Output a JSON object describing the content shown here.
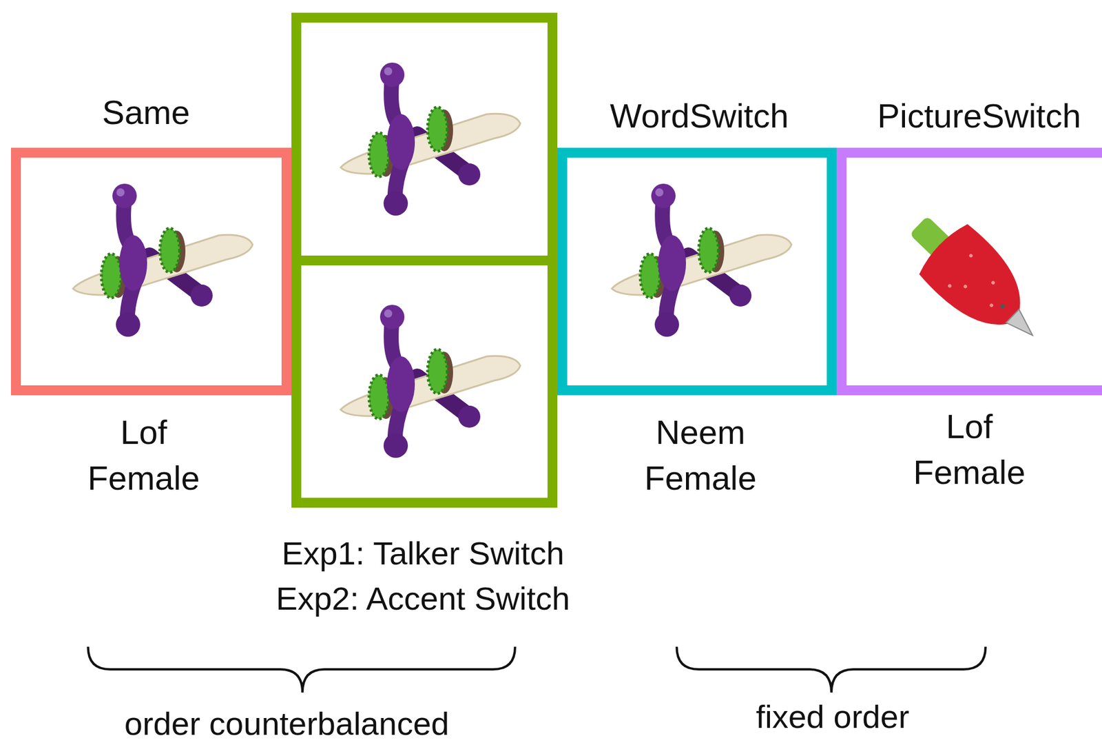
{
  "diagram": {
    "nodes": [
      {
        "text": [
          "Same",
          "Lof",
          "Female"
        ]
      },
      {
        "text": [
          "Exp1: Talker Switch",
          "Exp2: Accent Switch"
        ]
      },
      {
        "text": [
          "WordSwitch",
          "Neem",
          "Female"
        ]
      },
      {
        "text": [
          "PictureSwitch",
          "Lof",
          "Female"
        ]
      }
    ],
    "labels": [
      "order counterbalanced",
      "fixed order"
    ]
  }
}
